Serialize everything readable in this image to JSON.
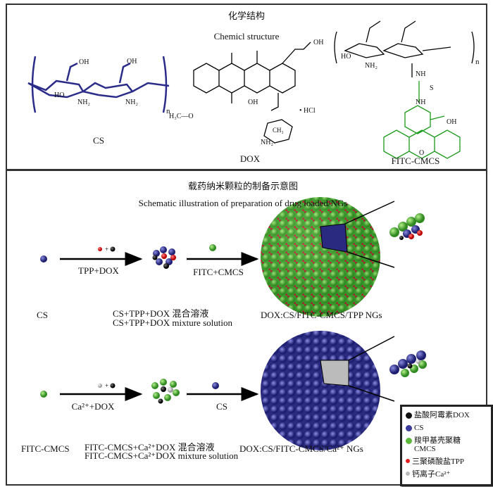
{
  "top": {
    "title_cn": "化学结构",
    "title_en": "Chemicl structure",
    "cs": {
      "label": "CS",
      "oh1": "OH",
      "oh2": "OH",
      "ho": "HO",
      "nh2a": "NH₂",
      "nh2b": "NH₂",
      "n": "n"
    },
    "dox": {
      "label": "DOX",
      "hcl": "• HCl",
      "h3c": "H₃C—O",
      "oh": "OH",
      "nh2": "NH₂",
      "ch3": "CH₃",
      "oh_side": "OH"
    },
    "fitc": {
      "label": "FITC-CMCS",
      "nh2": "NH₂",
      "ho": "HO",
      "nh": "NH",
      "s": "S",
      "nh2b": "NH",
      "oh": "OH",
      "o": "O",
      "n": "n"
    }
  },
  "bottom": {
    "title_cn": "载药纳米颗粒的制备示意图",
    "title_en": "Schematic illustration of preparation of drug loaded/NGs",
    "row1": {
      "step1": "TPP+DOX",
      "step2": "FITC+CMCS",
      "start": "CS",
      "mix_cn": "CS+TPP+DOX 混合溶液",
      "mix_en": "CS+TPP+DOX mixture solution",
      "product": "DOX:CS/FITC-CMCS/TPP NGs"
    },
    "row2": {
      "step1": "Ca²⁺+DOX",
      "step2": "CS",
      "start": "FITC-CMCS",
      "mix_cn": "FITC-CMCS+Ca²⁺DOX 混合溶液",
      "mix_en": "FITC-CMCS+Ca²⁺DOX mixture solution",
      "product": "DOX:CS/FITC-CMCS/Ca²⁺ NGs"
    },
    "legend": [
      {
        "label": "盐酸阿霉素DOX",
        "color": "#111111"
      },
      {
        "label": "CS",
        "color": "#3b3b9e"
      },
      {
        "label": "羧甲基壳聚糖CMCS",
        "color": "#5cb83a"
      },
      {
        "label": "三聚磷酸盐TPP",
        "color": "#e02020"
      },
      {
        "label": "钙离子Ca²⁺",
        "color": "#bbbbbb"
      }
    ]
  },
  "colors": {
    "cs": "#2b2b8a",
    "fitc": "#3aa53a",
    "dox": "#222222"
  }
}
